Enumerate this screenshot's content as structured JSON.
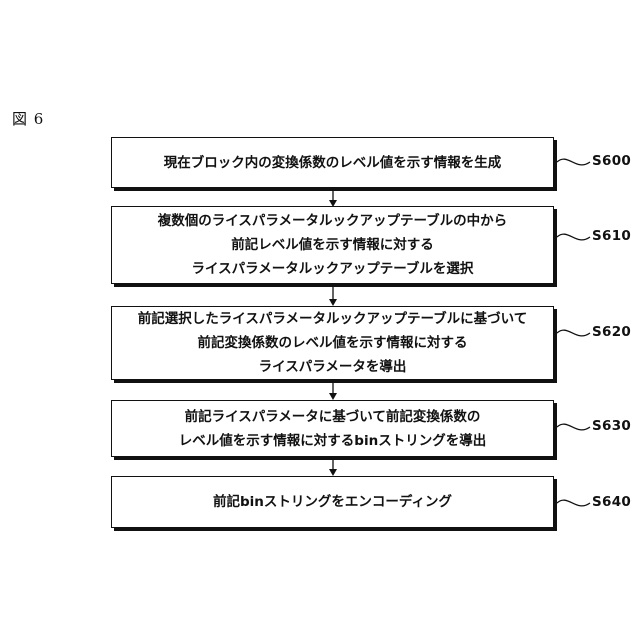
{
  "figure_label": "図 6",
  "steps": [
    {
      "code": "S600",
      "lines": [
        "現在ブロック内の変換係数のレベル値を示す情報を生成"
      ]
    },
    {
      "code": "S610",
      "lines": [
        "複数個のライスパラメータルックアップテーブルの中から",
        "前記レベル値を示す情報に対する",
        "ライスパラメータルックアップテーブルを選択"
      ]
    },
    {
      "code": "S620",
      "lines": [
        "前記選択したライスパラメータルックアップテーブルに基づいて",
        "前記変換係数のレベル値を示す情報に対する",
        "ライスパラメータを導出"
      ]
    },
    {
      "code": "S630",
      "lines": [
        "前記ライスパラメータに基づいて前記変換係数の",
        "レベル値を示す情報に対するbinストリングを導出"
      ]
    },
    {
      "code": "S640",
      "lines": [
        "前記binストリングをエンコーディング"
      ]
    }
  ]
}
